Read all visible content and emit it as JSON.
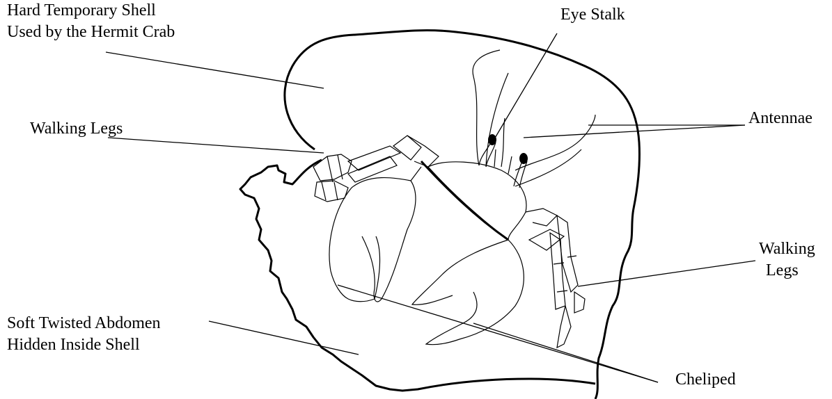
{
  "labels": {
    "shell": [
      "Hard Temporary Shell",
      "Used by the Hermit Crab"
    ],
    "eye_stalk": "Eye Stalk",
    "antennae": "Antennae",
    "walking_legs_left": "Walking Legs",
    "walking_legs_right": [
      "Walking",
      "Legs"
    ],
    "abdomen": [
      "Soft Twisted Abdomen",
      "Hidden Inside Shell"
    ],
    "cheliped": "Cheliped"
  },
  "colors": {
    "ink": "#000000",
    "background": "#ffffff"
  }
}
